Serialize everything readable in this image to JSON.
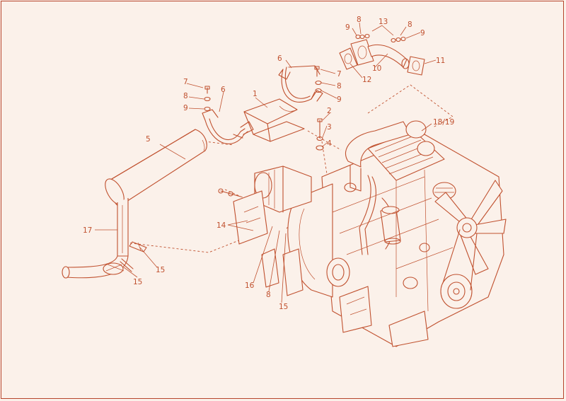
{
  "diagram": {
    "callouts": [
      {
        "id": "c1",
        "text": "1"
      },
      {
        "id": "c2",
        "text": "2"
      },
      {
        "id": "c3",
        "text": "3"
      },
      {
        "id": "c4",
        "text": "4"
      },
      {
        "id": "c5",
        "text": "5"
      },
      {
        "id": "c6a",
        "text": "6"
      },
      {
        "id": "c6b",
        "text": "6"
      },
      {
        "id": "c7a",
        "text": "7"
      },
      {
        "id": "c7b",
        "text": "7"
      },
      {
        "id": "c8a",
        "text": "8"
      },
      {
        "id": "c8b",
        "text": "8"
      },
      {
        "id": "c8c",
        "text": "8"
      },
      {
        "id": "c8d",
        "text": "8"
      },
      {
        "id": "c8e",
        "text": "8"
      },
      {
        "id": "c9a",
        "text": "9"
      },
      {
        "id": "c9b",
        "text": "9"
      },
      {
        "id": "c9c",
        "text": "9"
      },
      {
        "id": "c9d",
        "text": "9"
      },
      {
        "id": "c10",
        "text": "10"
      },
      {
        "id": "c11",
        "text": "11"
      },
      {
        "id": "c12",
        "text": "12"
      },
      {
        "id": "c13",
        "text": "13"
      },
      {
        "id": "c14",
        "text": "14"
      },
      {
        "id": "c15a",
        "text": "15"
      },
      {
        "id": "c15b",
        "text": "15"
      },
      {
        "id": "c15c",
        "text": "15"
      },
      {
        "id": "c16",
        "text": "16"
      },
      {
        "id": "c17",
        "text": "17"
      },
      {
        "id": "c1819",
        "text": "18/19"
      }
    ],
    "colors": {
      "line": "#c0512f",
      "background": "#fbf1ea",
      "border": "#b6452c"
    }
  }
}
